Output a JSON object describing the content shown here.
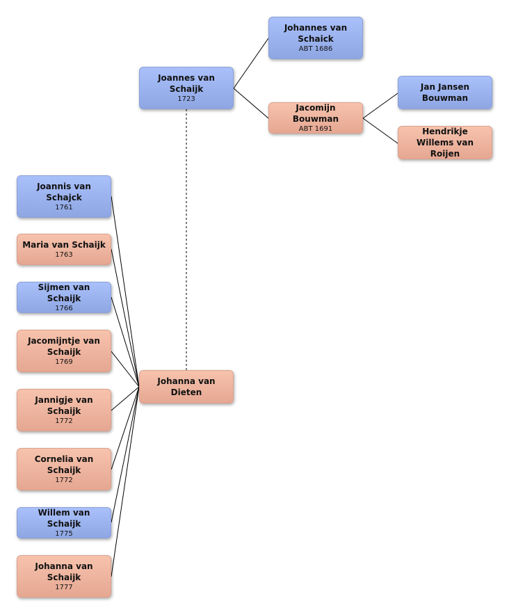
{
  "people": {
    "johannes_van_schaick": {
      "name": "Johannes van Schaick",
      "year": "ABT 1686",
      "gender": "male"
    },
    "jacomijn_bouwman": {
      "name": "Jacomijn Bouwman",
      "year": "ABT 1691",
      "gender": "female"
    },
    "jan_jansen_bouwman": {
      "name": "Jan Jansen Bouwman",
      "year": "",
      "gender": "male"
    },
    "hendrikje_willems": {
      "name": "Hendrikje Willems van Roijen",
      "year": "",
      "gender": "female"
    },
    "joannes_van_schaijk": {
      "name": "Joannes van Schaijk",
      "year": "1723",
      "gender": "male"
    },
    "johanna_van_dieten": {
      "name": "Johanna van Dieten",
      "year": "",
      "gender": "female"
    },
    "joannis_van_schajck": {
      "name": "Joannis van Schajck",
      "year": "1761",
      "gender": "male"
    },
    "maria_van_schaijk": {
      "name": "Maria van Schaijk",
      "year": "1763",
      "gender": "female"
    },
    "sijmen_van_schaijk": {
      "name": "Sijmen van Schaijk",
      "year": "1766",
      "gender": "male"
    },
    "jacomijntje_van_schaijk": {
      "name": "Jacomijntje van Schaijk",
      "year": "1769",
      "gender": "female"
    },
    "jannigje_van_schaijk": {
      "name": "Jannigje van Schaijk",
      "year": "1772",
      "gender": "female"
    },
    "cornelia_van_schaijk": {
      "name": "Cornelia van Schaijk",
      "year": "1772",
      "gender": "female"
    },
    "willem_van_schaijk": {
      "name": "Willem van Schaijk",
      "year": "1775",
      "gender": "male"
    },
    "johanna_van_schaijk": {
      "name": "Johanna van Schaijk",
      "year": "1777",
      "gender": "female"
    }
  },
  "colors": {
    "male": "#9fb6f3",
    "female": "#efb7a1",
    "line": "#000000",
    "spouse_line": "#555555"
  }
}
